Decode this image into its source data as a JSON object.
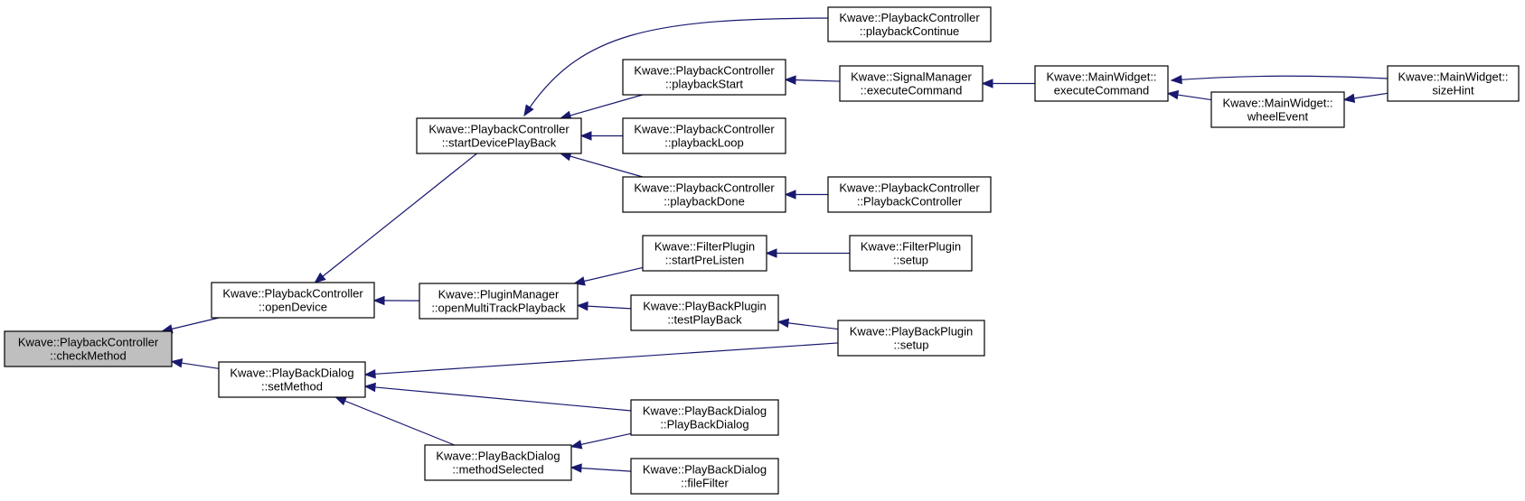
{
  "colors": {
    "edge": "#191970",
    "node_fill": "#ffffff",
    "highlight_fill": "#bfbfbf",
    "border": "#000000"
  },
  "nodes": [
    {
      "id": "checkMethod",
      "lines": [
        "Kwave::PlaybackController",
        "::checkMethod"
      ],
      "highlight": true
    },
    {
      "id": "openDevice",
      "lines": [
        "Kwave::PlaybackController",
        "::openDevice"
      ]
    },
    {
      "id": "setMethod",
      "lines": [
        "Kwave::PlayBackDialog",
        "::setMethod"
      ]
    },
    {
      "id": "startDevicePlayBack",
      "lines": [
        "Kwave::PlaybackController",
        "::startDevicePlayBack"
      ]
    },
    {
      "id": "openMultiTrackPlayback",
      "lines": [
        "Kwave::PluginManager",
        "::openMultiTrackPlayback"
      ]
    },
    {
      "id": "methodSelected",
      "lines": [
        "Kwave::PlayBackDialog",
        "::methodSelected"
      ]
    },
    {
      "id": "playbackContinue",
      "lines": [
        "Kwave::PlaybackController",
        "::playbackContinue"
      ]
    },
    {
      "id": "playbackStart",
      "lines": [
        "Kwave::PlaybackController",
        "::playbackStart"
      ]
    },
    {
      "id": "playbackLoop",
      "lines": [
        "Kwave::PlaybackController",
        "::playbackLoop"
      ]
    },
    {
      "id": "playbackDone",
      "lines": [
        "Kwave::PlaybackController",
        "::playbackDone"
      ]
    },
    {
      "id": "startPreListen",
      "lines": [
        "Kwave::FilterPlugin",
        "::startPreListen"
      ]
    },
    {
      "id": "testPlayBack",
      "lines": [
        "Kwave::PlayBackPlugin",
        "::testPlayBack"
      ]
    },
    {
      "id": "PlayBackDialog",
      "lines": [
        "Kwave::PlayBackDialog",
        "::PlayBackDialog"
      ]
    },
    {
      "id": "fileFilter",
      "lines": [
        "Kwave::PlayBackDialog",
        "::fileFilter"
      ]
    },
    {
      "id": "executeCommandSM",
      "lines": [
        "Kwave::SignalManager",
        "::executeCommand"
      ]
    },
    {
      "id": "PlaybackControllerCtor",
      "lines": [
        "Kwave::PlaybackController",
        "::PlaybackController"
      ]
    },
    {
      "id": "FilterPluginSetup",
      "lines": [
        "Kwave::FilterPlugin",
        "::setup"
      ]
    },
    {
      "id": "PlayBackPluginSetup",
      "lines": [
        "Kwave::PlayBackPlugin",
        "::setup"
      ]
    },
    {
      "id": "executeCommandMW",
      "lines": [
        "Kwave::MainWidget::",
        "executeCommand"
      ]
    },
    {
      "id": "wheelEvent",
      "lines": [
        "Kwave::MainWidget::",
        "wheelEvent"
      ]
    },
    {
      "id": "sizeHint",
      "lines": [
        "Kwave::MainWidget::",
        "sizeHint"
      ]
    }
  ],
  "edges": [
    {
      "from": "openDevice",
      "to": "checkMethod"
    },
    {
      "from": "setMethod",
      "to": "checkMethod"
    },
    {
      "from": "startDevicePlayBack",
      "to": "openDevice"
    },
    {
      "from": "openMultiTrackPlayback",
      "to": "openDevice"
    },
    {
      "from": "PlayBackPluginSetup",
      "to": "setMethod"
    },
    {
      "from": "PlayBackDialog",
      "to": "setMethod"
    },
    {
      "from": "methodSelected",
      "to": "setMethod"
    },
    {
      "from": "playbackContinue",
      "to": "startDevicePlayBack"
    },
    {
      "from": "playbackStart",
      "to": "startDevicePlayBack"
    },
    {
      "from": "playbackLoop",
      "to": "startDevicePlayBack"
    },
    {
      "from": "playbackDone",
      "to": "startDevicePlayBack"
    },
    {
      "from": "startPreListen",
      "to": "openMultiTrackPlayback"
    },
    {
      "from": "testPlayBack",
      "to": "openMultiTrackPlayback"
    },
    {
      "from": "PlayBackDialog",
      "to": "methodSelected"
    },
    {
      "from": "fileFilter",
      "to": "methodSelected"
    },
    {
      "from": "executeCommandSM",
      "to": "playbackStart"
    },
    {
      "from": "PlaybackControllerCtor",
      "to": "playbackDone"
    },
    {
      "from": "FilterPluginSetup",
      "to": "startPreListen"
    },
    {
      "from": "PlayBackPluginSetup",
      "to": "testPlayBack"
    },
    {
      "from": "executeCommandMW",
      "to": "executeCommandSM"
    },
    {
      "from": "sizeHint",
      "to": "executeCommandMW"
    },
    {
      "from": "wheelEvent",
      "to": "executeCommandMW"
    },
    {
      "from": "sizeHint",
      "to": "wheelEvent"
    }
  ]
}
